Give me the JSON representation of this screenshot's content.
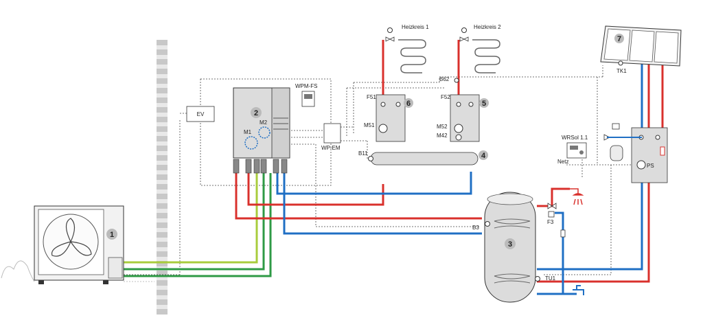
{
  "colors": {
    "hot": "#d9302c",
    "cold": "#1f6fc4",
    "green_light": "#a8cc3c",
    "green_dark": "#2e9a45",
    "gray_panel": "#dcdcdc",
    "wall": "#c8c8c8"
  },
  "labels": {
    "heizkreis1": "Heizkreis 1",
    "heizkreis2": "Heizkreis 2",
    "ev": "EV",
    "wpm_fs": "WPM-FS",
    "wp_em": "WP-EM",
    "m1": "M1",
    "m2": "M2",
    "f51": "F51",
    "f52": "F52",
    "b62": "B62",
    "m51": "M51",
    "m52": "M52",
    "m42": "M42",
    "b11": "B11",
    "b3": "B3",
    "f3": "F3",
    "tu1": "TU1",
    "tk1": "TK1",
    "wrsol": "WRSol 1.1",
    "netz": "Netz",
    "ps": "PS"
  },
  "components": {
    "c1": "1",
    "c2": "2",
    "c3": "3",
    "c4": "4",
    "c5": "5",
    "c6": "6",
    "c7": "7"
  },
  "icons": [
    "outdoor-fan-icon",
    "solar-collector-icon",
    "shower-icon",
    "tap-icon",
    "pump-icon",
    "thermometer-icon",
    "valve-icon",
    "expansion-vessel-icon"
  ]
}
